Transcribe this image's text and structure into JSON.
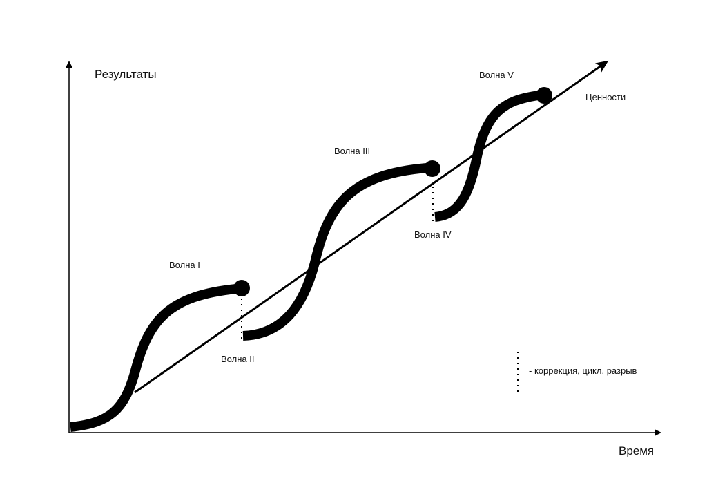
{
  "diagram": {
    "y_axis_label": "Результаты",
    "x_axis_label": "Время",
    "trend_label": "Ценности",
    "waves": [
      "Волна I",
      "Волна II",
      "Волна III",
      "Волна IV",
      "Волна V"
    ],
    "legend": {
      "label": "- коррекция, цикл, разрыв"
    }
  }
}
